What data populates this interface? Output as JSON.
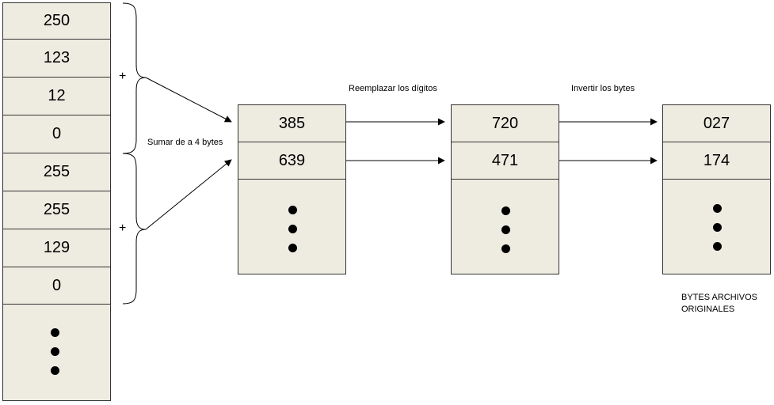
{
  "left_column": {
    "values": [
      "250",
      "123",
      "12",
      "0",
      "255",
      "255",
      "129",
      "0"
    ]
  },
  "operators": {
    "plus": "+"
  },
  "labels": {
    "sum_step": "Sumar de a 4 bytes",
    "replace_step": "Reemplazar los dígitos",
    "reverse_step": "Invertir los bytes",
    "original_bytes": "BYTES ARCHIVOS ORIGINALES"
  },
  "sum_column": {
    "values": [
      "385",
      "639"
    ]
  },
  "replace_column": {
    "values": [
      "720",
      "471"
    ]
  },
  "reverse_column": {
    "values": [
      "027",
      "174"
    ]
  }
}
